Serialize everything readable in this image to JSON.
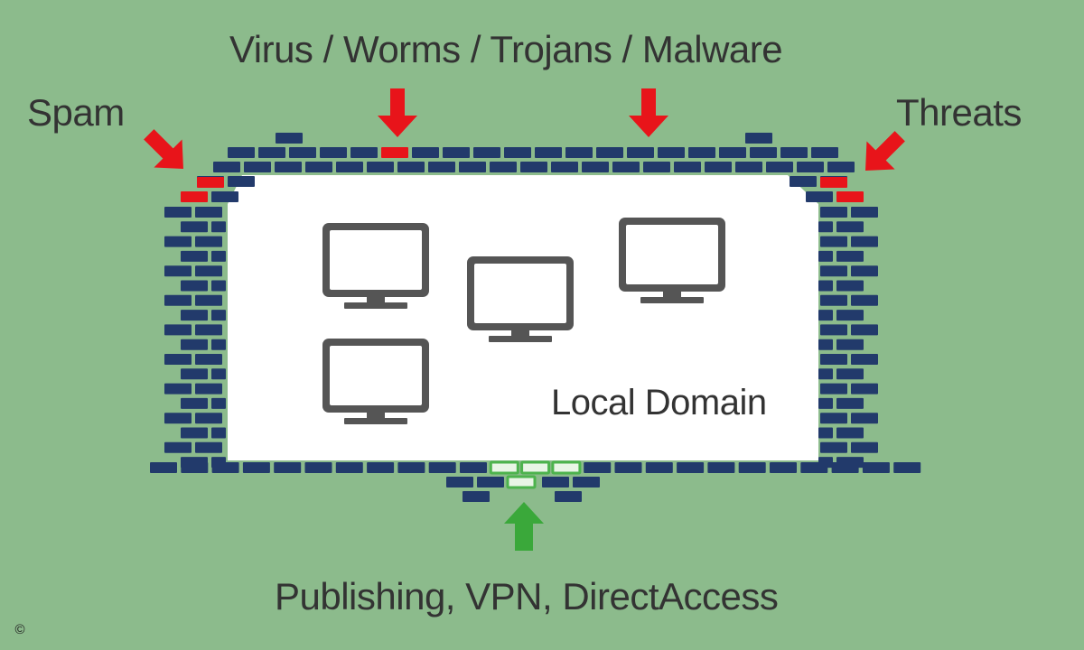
{
  "labels": {
    "top_threats": "Virus / Worms / Trojans / Malware",
    "spam": "Spam",
    "threats": "Threats",
    "local_domain": "Local Domain",
    "inbound_services": "Publishing, VPN, DirectAccess",
    "copyright": "©"
  },
  "colors": {
    "background": "#8cbb8c",
    "brick": "#223a6b",
    "brick_breached": "#e8141a",
    "brick_open": "#4db34d",
    "threat_arrow": "#e8141a",
    "allowed_arrow": "#3aa83a",
    "domain_fill": "#ffffff",
    "monitor": "#555555"
  },
  "icons": {
    "threat_arrow": "arrow-down-icon",
    "allowed_arrow": "arrow-up-icon",
    "computer": "monitor-icon"
  },
  "computers": 4
}
